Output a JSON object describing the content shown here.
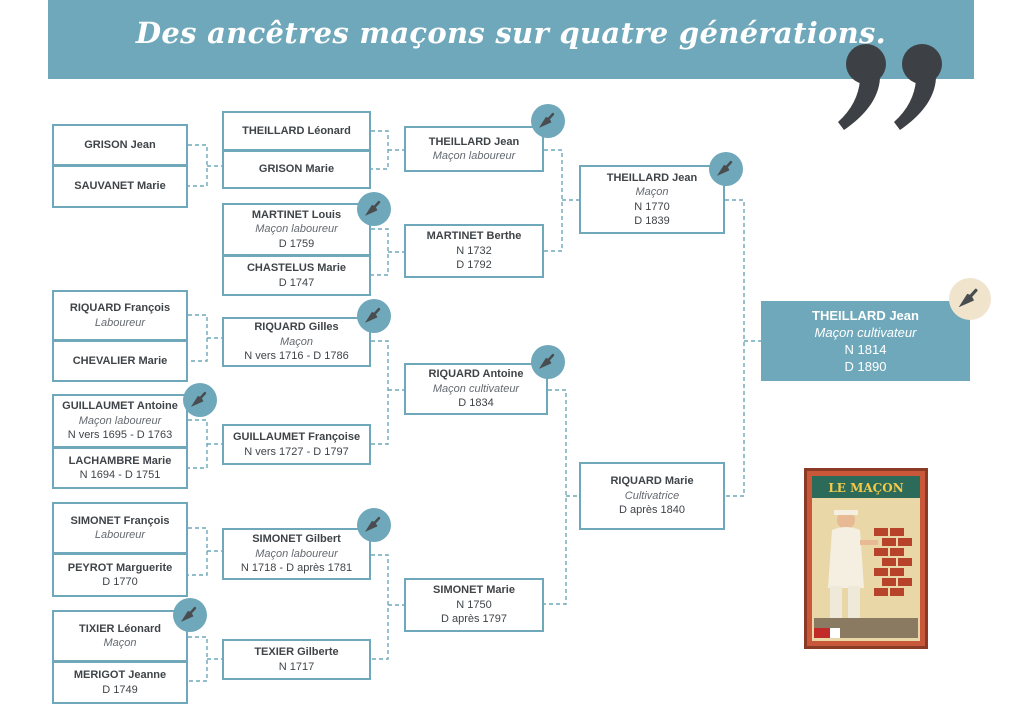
{
  "header": {
    "title": "Des ancêtres maçons sur quatre générations."
  },
  "colors": {
    "accent": "#6fa8ba",
    "text": "#3f4448",
    "trowel": "#4a4d50",
    "cream": "#f0e4cc"
  },
  "icons": {
    "quote": "closing-quote-icon",
    "trowel": "trowel-icon"
  },
  "poster": {
    "title": "LE MAÇON"
  },
  "persons": {
    "root": {
      "name": "THEILLARD Jean",
      "occupation": "Maçon cultivateur",
      "birth": "N 1814",
      "death": "D 1890"
    },
    "theillard_jean_1770": {
      "name": "THEILLARD Jean",
      "occupation": "Maçon",
      "birth": "N 1770",
      "death": "D 1839"
    },
    "riquard_marie": {
      "name": "RIQUARD Marie",
      "occupation": "Cultivatrice",
      "dates": "D après 1840"
    },
    "theillard_jean_ml": {
      "name": "THEILLARD Jean",
      "occupation": "Maçon laboureur"
    },
    "martinet_berthe": {
      "name": "MARTINET Berthe",
      "birth": "N 1732",
      "death": "D 1792"
    },
    "riquard_antoine": {
      "name": "RIQUARD Antoine",
      "occupation": "Maçon cultivateur",
      "death": "D 1834"
    },
    "simonet_marie": {
      "name": "SIMONET Marie",
      "birth": "N 1750",
      "death": "D après 1797"
    },
    "theillard_leonard": {
      "name": "THEILLARD Léonard"
    },
    "grison_marie": {
      "name": "GRISON Marie"
    },
    "martinet_louis": {
      "name": "MARTINET Louis",
      "occupation": "Maçon laboureur",
      "death": "D 1759"
    },
    "chastelus_marie": {
      "name": "CHASTELUS Marie",
      "death": "D 1747"
    },
    "riquard_gilles": {
      "name": "RIQUARD Gilles",
      "occupation": "Maçon",
      "dates": "N vers 1716 - D 1786"
    },
    "guillaumet_francoise": {
      "name": "GUILLAUMET Françoise",
      "dates": "N vers 1727 - D 1797"
    },
    "simonet_gilbert": {
      "name": "SIMONET Gilbert",
      "occupation": "Maçon laboureur",
      "dates": "N 1718 - D après 1781"
    },
    "texier_gilberte": {
      "name": "TEXIER Gilberte",
      "birth": "N 1717"
    },
    "grison_jean": {
      "name": "GRISON Jean"
    },
    "sauvanet_marie": {
      "name": "SAUVANET Marie"
    },
    "riquard_francois": {
      "name": "RIQUARD François",
      "occupation": "Laboureur"
    },
    "chevalier_marie": {
      "name": "CHEVALIER Marie"
    },
    "guillaumet_antoine": {
      "name": "GUILLAUMET Antoine",
      "occupation": "Maçon laboureur",
      "dates": "N vers 1695 - D 1763"
    },
    "lachambre_marie": {
      "name": "LACHAMBRE Marie",
      "dates": "N 1694 - D 1751"
    },
    "simonet_francois": {
      "name": "SIMONET François",
      "occupation": "Laboureur"
    },
    "peyrot_marguerite": {
      "name": "PEYROT Marguerite",
      "death": "D 1770"
    },
    "tixier_leonard": {
      "name": "TIXIER Léonard",
      "occupation": "Maçon"
    },
    "merigot_jeanne": {
      "name": "MERIGOT Jeanne",
      "death": "D 1749"
    }
  }
}
